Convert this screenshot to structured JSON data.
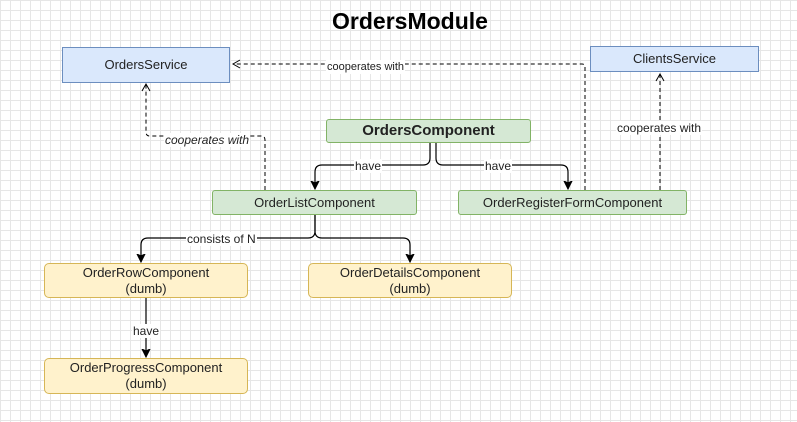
{
  "title": "OrdersModule",
  "nodes": {
    "orders_service": {
      "label": "OrdersService"
    },
    "clients_service": {
      "label": "ClientsService"
    },
    "orders_component": {
      "label": "OrdersComponent"
    },
    "order_list": {
      "label": "OrderListComponent"
    },
    "order_register": {
      "label": "OrderRegisterFormComponent"
    },
    "order_row": {
      "label": "OrderRowComponent",
      "sub": "(dumb)"
    },
    "order_details": {
      "label": "OrderDetailsComponent",
      "sub": "(dumb)"
    },
    "order_progress": {
      "label": "OrderProgressComponent",
      "sub": "(dumb)"
    }
  },
  "edges": {
    "register_to_orders_service": "cooperates with",
    "list_to_orders_service": "cooperates with",
    "register_to_clients_service": "cooperates with",
    "component_to_list": "have",
    "component_to_register": "have",
    "list_to_children": "consists of N",
    "row_to_progress": "have"
  },
  "colors": {
    "service_fill": "#dae8fc",
    "service_border": "#6c8ebf",
    "component_fill": "#d5e8d4",
    "component_border": "#82b366",
    "dumb_fill": "#fff2cc",
    "dumb_border": "#d6b656"
  }
}
